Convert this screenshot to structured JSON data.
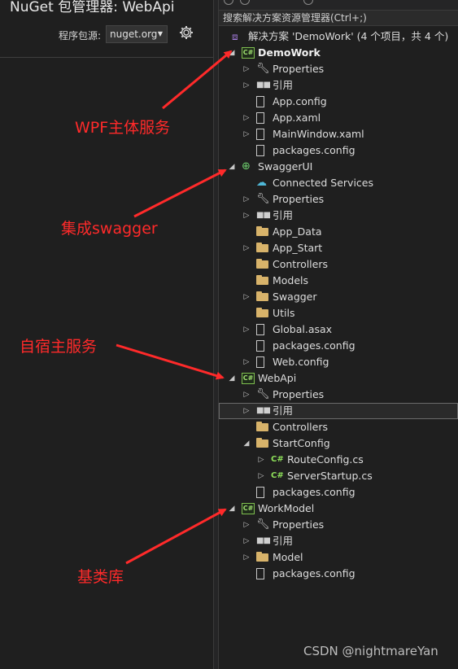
{
  "nuget": {
    "title": "NuGet 包管理器: WebApi",
    "source_label": "程序包源:",
    "source_value": "nuget.org"
  },
  "solution_explorer": {
    "search_placeholder": "搜索解决方案资源管理器(Ctrl+;)",
    "solution_label": "解决方案 'DemoWork' (4 个项目，共 4 个)",
    "items": [
      {
        "label": "DemoWork",
        "depth": 0,
        "expander": "open",
        "icon": "csproj-icon",
        "bold": true
      },
      {
        "label": "Properties",
        "depth": 1,
        "expander": "closed",
        "icon": "wrench-icon"
      },
      {
        "label": "引用",
        "depth": 1,
        "expander": "closed",
        "icon": "references-icon"
      },
      {
        "label": "App.config",
        "depth": 1,
        "expander": "none",
        "icon": "config-file-icon"
      },
      {
        "label": "App.xaml",
        "depth": 1,
        "expander": "closed",
        "icon": "xaml-file-icon"
      },
      {
        "label": "MainWindow.xaml",
        "depth": 1,
        "expander": "closed",
        "icon": "xaml-file-icon"
      },
      {
        "label": "packages.config",
        "depth": 1,
        "expander": "none",
        "icon": "config-file-icon"
      },
      {
        "label": "SwaggerUI",
        "depth": 0,
        "expander": "open",
        "icon": "web-project-icon"
      },
      {
        "label": "Connected Services",
        "depth": 1,
        "expander": "none",
        "icon": "connected-services-icon"
      },
      {
        "label": "Properties",
        "depth": 1,
        "expander": "closed",
        "icon": "wrench-icon"
      },
      {
        "label": "引用",
        "depth": 1,
        "expander": "closed",
        "icon": "references-icon"
      },
      {
        "label": "App_Data",
        "depth": 1,
        "expander": "none",
        "icon": "folder-icon"
      },
      {
        "label": "App_Start",
        "depth": 1,
        "expander": "closed",
        "icon": "folder-icon"
      },
      {
        "label": "Controllers",
        "depth": 1,
        "expander": "none",
        "icon": "folder-icon"
      },
      {
        "label": "Models",
        "depth": 1,
        "expander": "none",
        "icon": "folder-icon"
      },
      {
        "label": "Swagger",
        "depth": 1,
        "expander": "closed",
        "icon": "folder-icon"
      },
      {
        "label": "Utils",
        "depth": 1,
        "expander": "none",
        "icon": "folder-icon"
      },
      {
        "label": "Global.asax",
        "depth": 1,
        "expander": "closed",
        "icon": "asax-file-icon"
      },
      {
        "label": "packages.config",
        "depth": 1,
        "expander": "none",
        "icon": "config-file-icon"
      },
      {
        "label": "Web.config",
        "depth": 1,
        "expander": "closed",
        "icon": "config-file-icon"
      },
      {
        "label": "WebApi",
        "depth": 0,
        "expander": "open",
        "icon": "csproj-icon"
      },
      {
        "label": "Properties",
        "depth": 1,
        "expander": "closed",
        "icon": "wrench-icon"
      },
      {
        "label": "引用",
        "depth": 1,
        "expander": "closed",
        "icon": "references-icon",
        "selected": true
      },
      {
        "label": "Controllers",
        "depth": 1,
        "expander": "none",
        "icon": "folder-icon"
      },
      {
        "label": "StartConfig",
        "depth": 1,
        "expander": "open",
        "icon": "folder-icon"
      },
      {
        "label": "RouteConfig.cs",
        "depth": 2,
        "expander": "closed",
        "icon": "cs-file-icon"
      },
      {
        "label": "ServerStartup.cs",
        "depth": 2,
        "expander": "closed",
        "icon": "cs-file-icon"
      },
      {
        "label": "packages.config",
        "depth": 1,
        "expander": "none",
        "icon": "config-file-icon"
      },
      {
        "label": "WorkModel",
        "depth": 0,
        "expander": "open",
        "icon": "csproj-icon"
      },
      {
        "label": "Properties",
        "depth": 1,
        "expander": "closed",
        "icon": "wrench-icon"
      },
      {
        "label": "引用",
        "depth": 1,
        "expander": "closed",
        "icon": "references-icon"
      },
      {
        "label": "Model",
        "depth": 1,
        "expander": "closed",
        "icon": "folder-icon"
      },
      {
        "label": "packages.config",
        "depth": 1,
        "expander": "none",
        "icon": "config-file-icon"
      }
    ]
  },
  "annotations": {
    "wpf": "WPF主体服务",
    "swagger": "集成swagger",
    "selfhost": "自宿主服务",
    "base": "基类库"
  },
  "watermark": "CSDN @nightmareYan",
  "colors": {
    "background": "#1f1f1f",
    "annotation_red": "#ff2a2a",
    "csproj_green": "#7fbf4f",
    "folder": "#d8b36a"
  }
}
